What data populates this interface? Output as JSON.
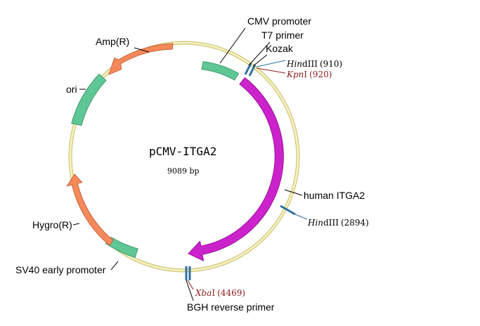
{
  "plasmid": {
    "name": "pCMV-ITGA2",
    "size": "9089 bp"
  },
  "labels": {
    "cmv_promoter": "CMV promoter",
    "t7_primer": "T7 primer",
    "kozak": "Kozak",
    "amp": "Amp(R)",
    "ori": "ori",
    "human_itga2": "human ITGA2",
    "hygro": "Hygro(R)",
    "sv40": "SV40 early promoter",
    "bgh": "BGH reverse primer"
  },
  "sites": {
    "hind1": {
      "enzyme_italic": "Hin",
      "enzyme_rest": "dIII",
      "position": "(910)"
    },
    "kpn": {
      "enzyme_italic": "Kpn",
      "enzyme_rest": "I",
      "position": "(920)"
    },
    "hind2": {
      "enzyme_italic": "Hin",
      "enzyme_rest": "dIII",
      "position": "(2894)"
    },
    "xba": {
      "enzyme_italic": "Xba",
      "enzyme_rest": "I",
      "position": "(4469)"
    }
  },
  "colors": {
    "backbone": "#f3edb0",
    "backbone_edge": "#c8bd62",
    "promoter_green": "#5fc795",
    "gene_magenta": "#cc22cc",
    "resistance_orange": "#f5895a",
    "site_blue": "#2f6fa5",
    "site_red_text": "#8b1a1a",
    "site_black_text": "#000000"
  }
}
